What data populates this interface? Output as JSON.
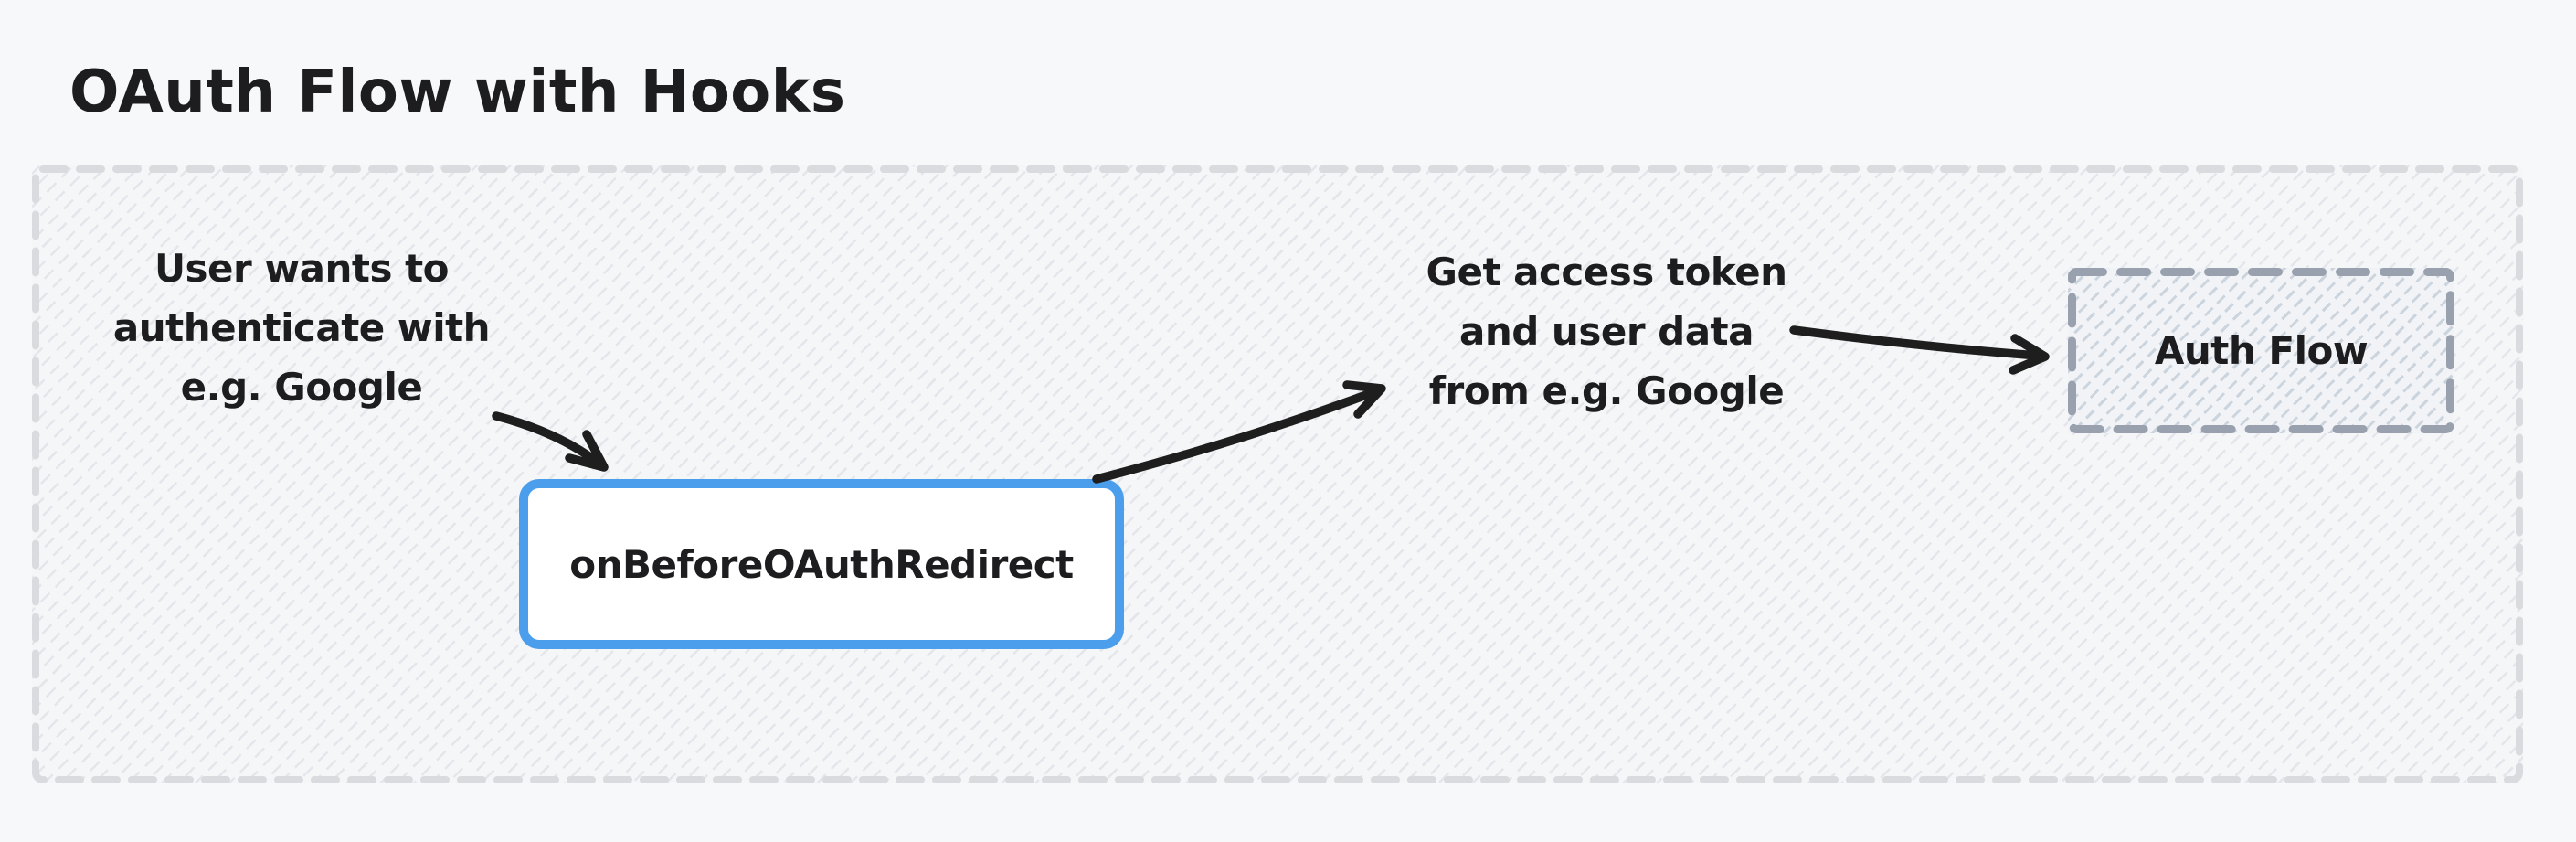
{
  "title": "OAuth Flow with Hooks",
  "nodes": {
    "user_note": {
      "lines": [
        "User wants to",
        "authenticate with",
        "e.g. Google"
      ]
    },
    "hook": {
      "label": "onBeforeOAuthRedirect"
    },
    "token_note": {
      "lines": [
        "Get access token",
        "and user data",
        "from e.g. Google"
      ]
    },
    "auth_flow": {
      "label": "Auth Flow"
    }
  },
  "arrows": [
    {
      "name": "user-note-to-hook",
      "from": "user_note",
      "to": "hook"
    },
    {
      "name": "hook-to-token-note",
      "from": "hook",
      "to": "token_note"
    },
    {
      "name": "token-note-to-auth-flow",
      "from": "token_note",
      "to": "auth_flow"
    }
  ],
  "colors": {
    "page_background": "#f7f8fa",
    "container_fill": "#f5f6f8",
    "container_border": "#d9dbdf",
    "hook_border": "#4a9eec",
    "hook_fill": "#ffffff",
    "auth_flow_fill": "#f1f3f6",
    "auth_flow_border": "#98a1ad",
    "text": "#1d1d1f",
    "arrow": "#1e1e1e"
  }
}
